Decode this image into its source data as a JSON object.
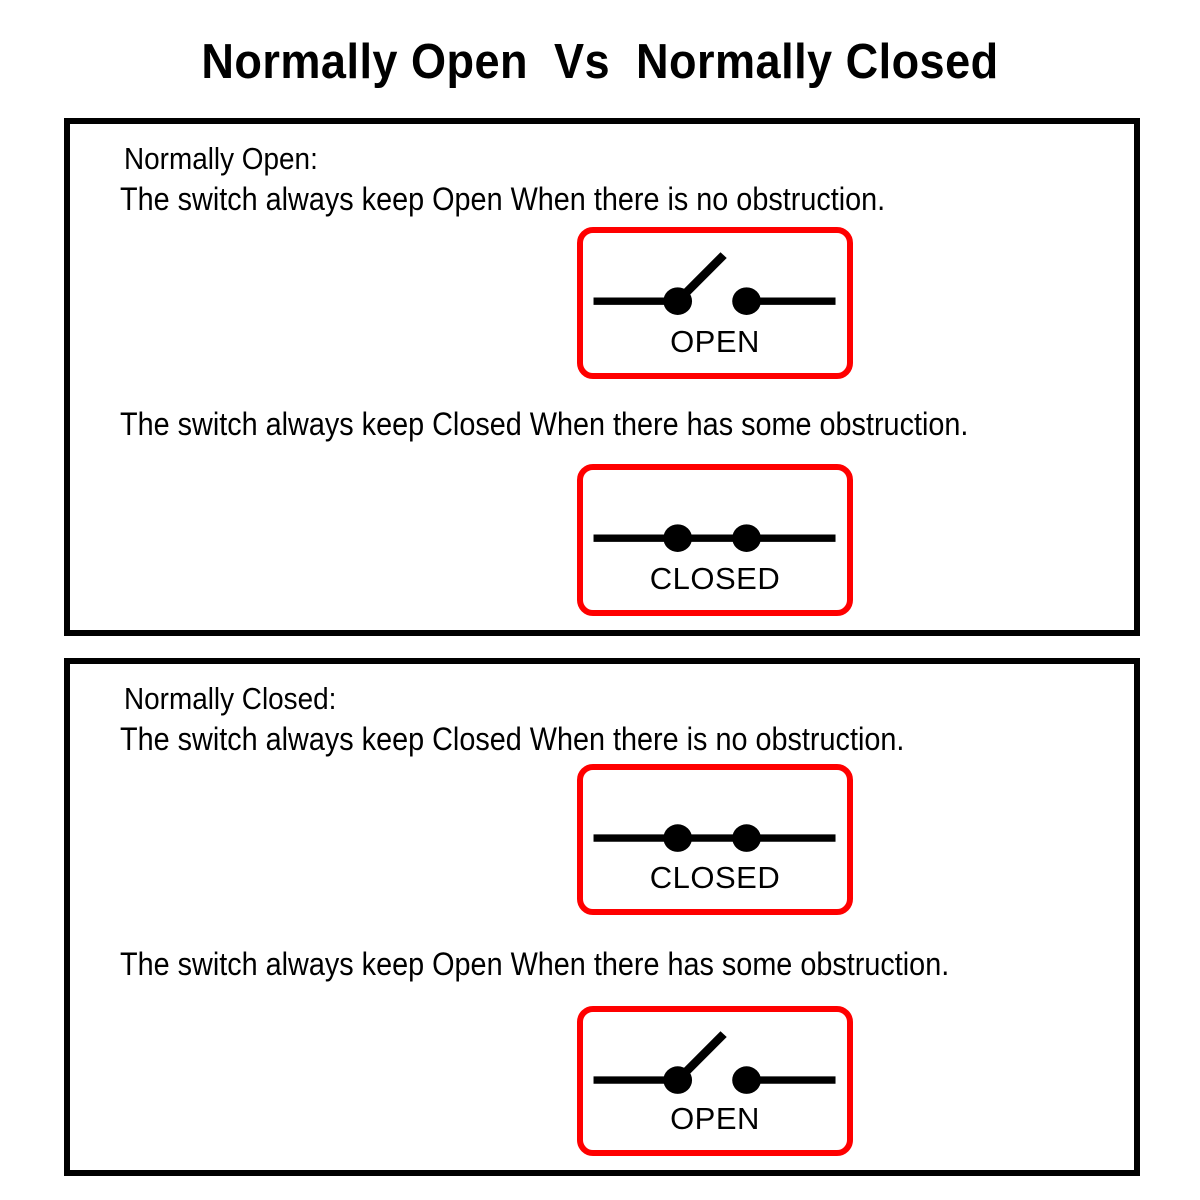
{
  "page": {
    "title": "Normally Open  Vs  Normally Closed",
    "background_color": "#FFFFFF",
    "border_color": "#000000",
    "accent_color": "#FF0000"
  },
  "panels": [
    {
      "heading": "Normally Open:",
      "line_top": "The switch always keep Open When there is no obstruction.",
      "line_bottom": "The switch always keep Closed When there has some obstruction.",
      "symbol_top": {
        "state": "open",
        "label": "OPEN"
      },
      "symbol_bottom": {
        "state": "closed",
        "label": "CLOSED"
      }
    },
    {
      "heading": "Normally Closed:",
      "line_top": "The switch always keep Closed When there is no obstruction.",
      "line_bottom": "The switch always keep Open When there has some obstruction.",
      "symbol_top": {
        "state": "closed",
        "label": "CLOSED"
      },
      "symbol_bottom": {
        "state": "open",
        "label": "OPEN"
      }
    }
  ]
}
